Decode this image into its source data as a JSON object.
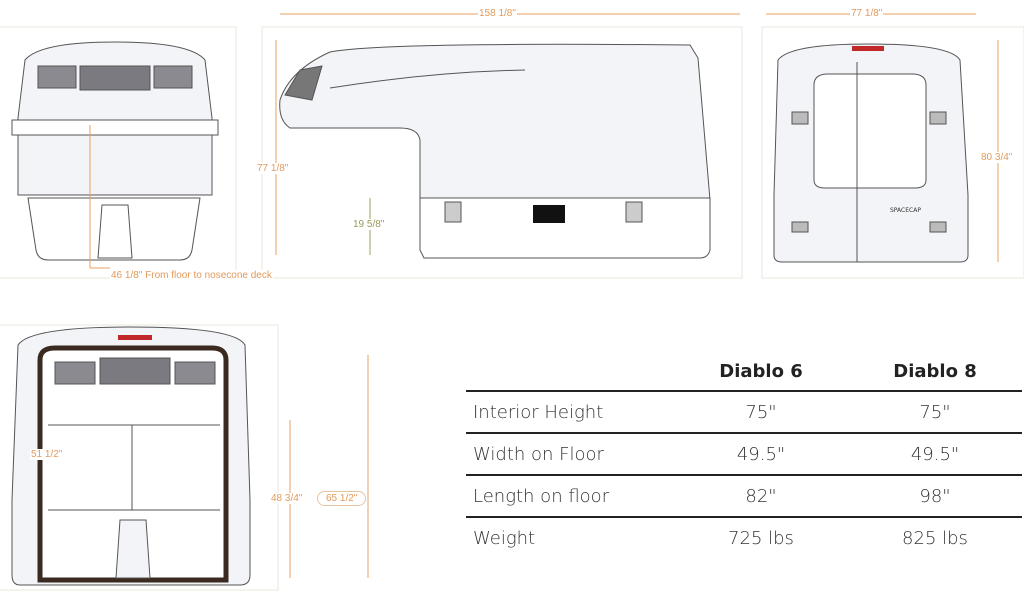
{
  "dimensions": {
    "overall_length": "158 1/8\"",
    "overall_width": "77 1/8\"",
    "side_height": "77 1/8\"",
    "rear_height": "80 3/4\"",
    "bed_rail_height": "19 5/8\"",
    "nosecone_deck": "46 1/8\" From floor to nosecone deck",
    "door_width": "51 1/2\"",
    "door_height": "48 3/4\"",
    "rear_opening": "65 1/2\""
  },
  "logo_text": "SPACECAP",
  "specs": {
    "headers": [
      "",
      "Diablo 6",
      "Diablo 8"
    ],
    "rows": [
      {
        "label": "Interior Height",
        "d6": "75\"",
        "d8": "75\""
      },
      {
        "label": "Width on Floor",
        "d6": "49.5\"",
        "d8": "49.5\""
      },
      {
        "label": "Length on floor",
        "d6": "82\"",
        "d8": "98\""
      },
      {
        "label": "Weight",
        "d6": "725 lbs",
        "d8": "825 lbs"
      }
    ]
  },
  "colors": {
    "dimension": "#e39a5a",
    "brake_light": "#c0282a",
    "line": "#555555"
  }
}
